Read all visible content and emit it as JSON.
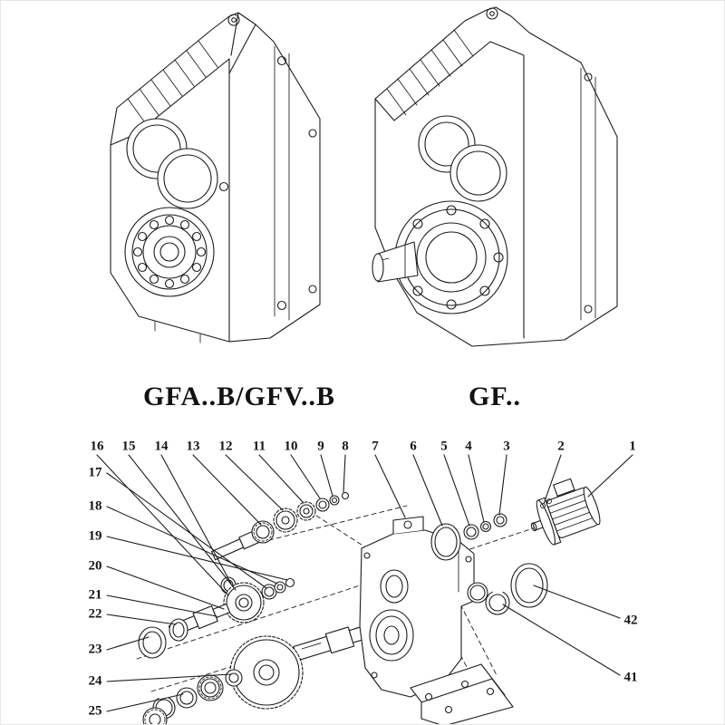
{
  "page": {
    "background": "#ffffff",
    "line_color": "#1c1c1c"
  },
  "models": {
    "left_label": "GFA..B/GFV..B",
    "right_label": "GF.."
  },
  "exploded": {
    "top_numbers": [
      "16",
      "15",
      "14",
      "13",
      "12",
      "11",
      "10",
      "9",
      "8",
      "7",
      "6",
      "5",
      "4",
      "3",
      "2",
      "1"
    ],
    "left_numbers": [
      "17",
      "18",
      "19",
      "20",
      "21",
      "22",
      "23",
      "24",
      "25"
    ],
    "right_numbers": [
      "42",
      "41"
    ]
  }
}
